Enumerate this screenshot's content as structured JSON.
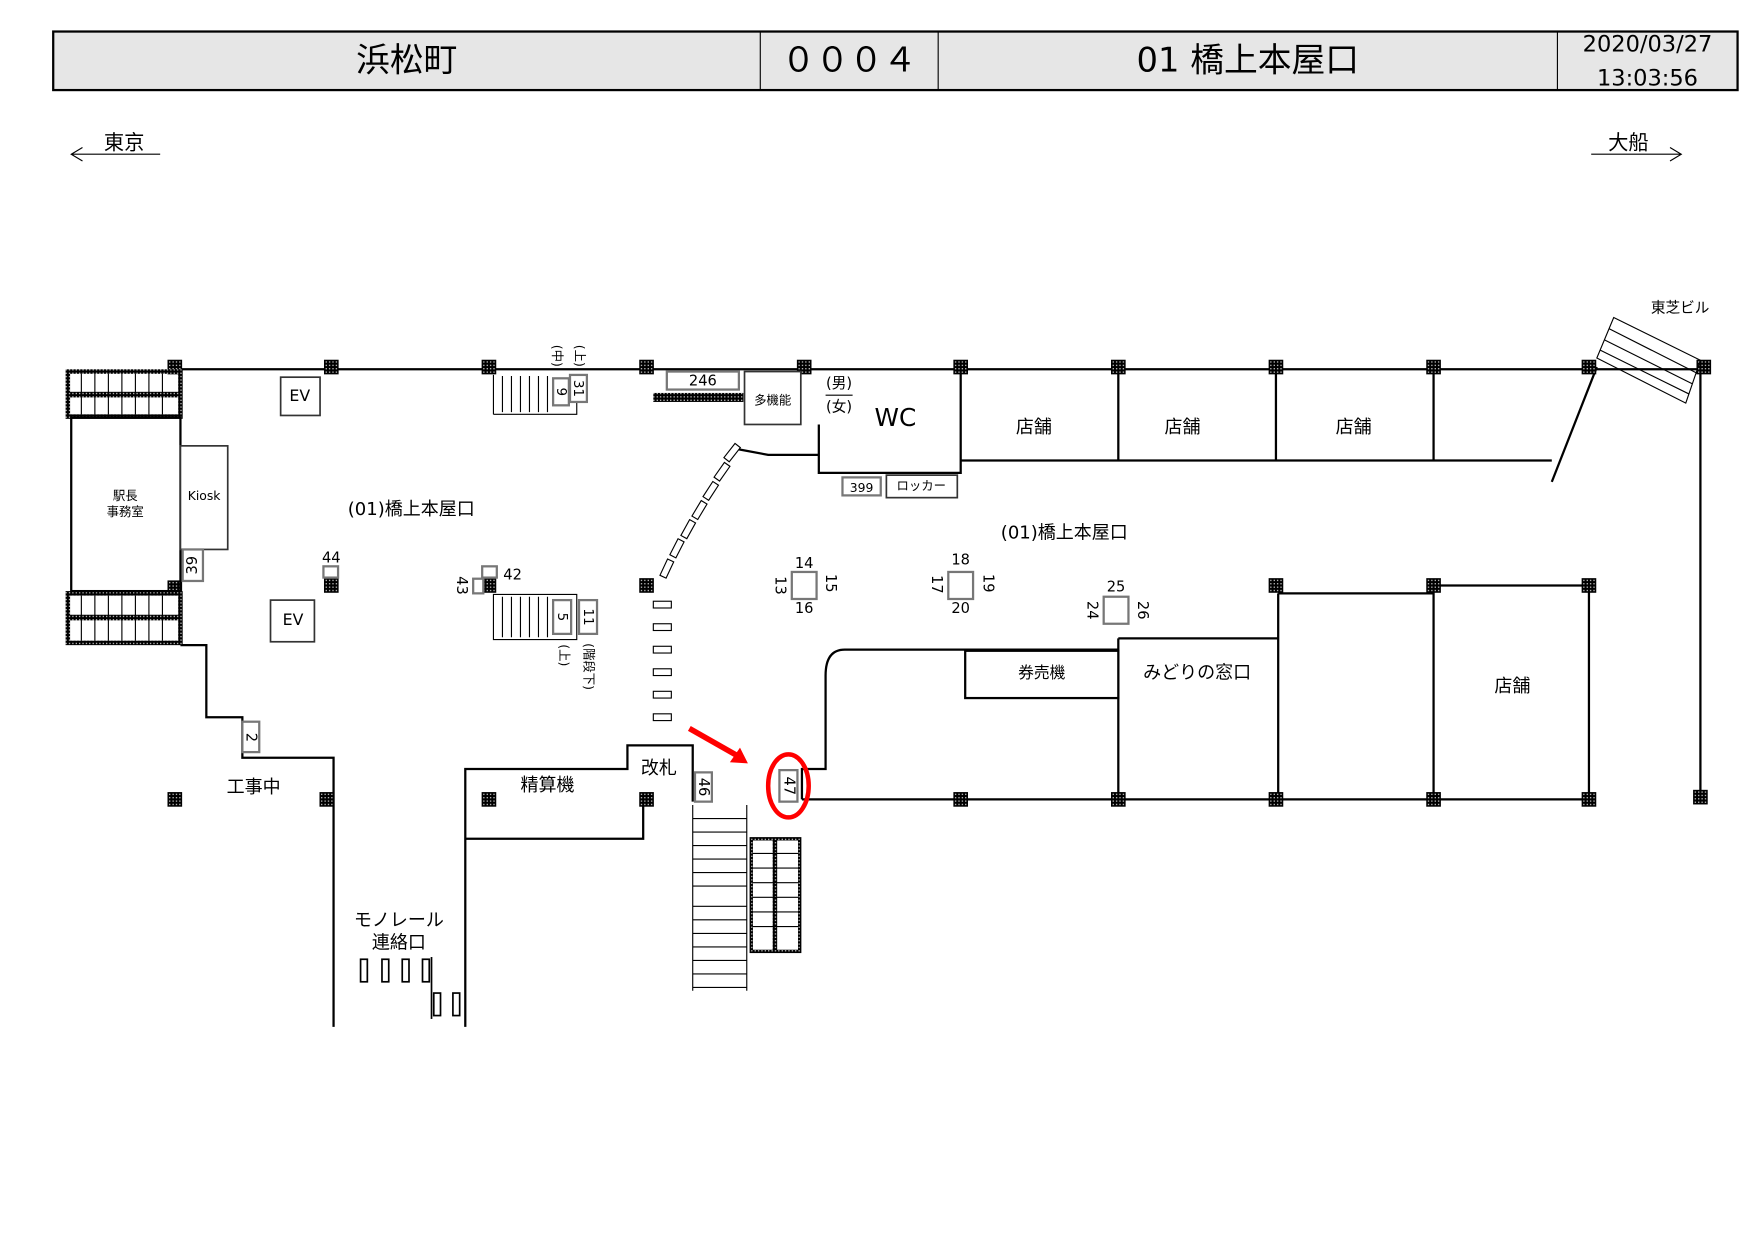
{
  "header": {
    "station": "浜松町",
    "code": "０００４",
    "exit": "01  橋上本屋口",
    "date": "2020/03/27",
    "time": "13:03:56"
  },
  "directions": {
    "left": "東京",
    "right": "大船"
  },
  "labels": {
    "ev": "EV",
    "station_office_1": "駅長",
    "station_office_2": "事務室",
    "kiosk": "Kiosk",
    "exit_label": "(01)橋上本屋口",
    "multipurpose": "多機能",
    "male": "(男)",
    "female": "(女)",
    "wc": "WC",
    "locker": "ロッカー",
    "shop": "店舗",
    "toshiba": "東芝ビル",
    "ticket_machine": "券売機",
    "midori": "みどりの窓口",
    "fare_adjust": "精算機",
    "gate": "改札",
    "construction": "工事中",
    "monorail_1": "モノレール",
    "monorail_2": "連絡口",
    "stair_mid": "(中)",
    "stair_up": "(上)",
    "stair_up2": "(上)",
    "stair_below": "(階段下)"
  },
  "numbers": [
    "2",
    "5",
    "9",
    "11",
    "13",
    "14",
    "15",
    "16",
    "17",
    "18",
    "19",
    "20",
    "24",
    "25",
    "26",
    "31",
    "39",
    "42",
    "43",
    "44",
    "46",
    "47",
    "246",
    "399"
  ],
  "highlight": {
    "target": "47",
    "color": "#ff0000"
  }
}
